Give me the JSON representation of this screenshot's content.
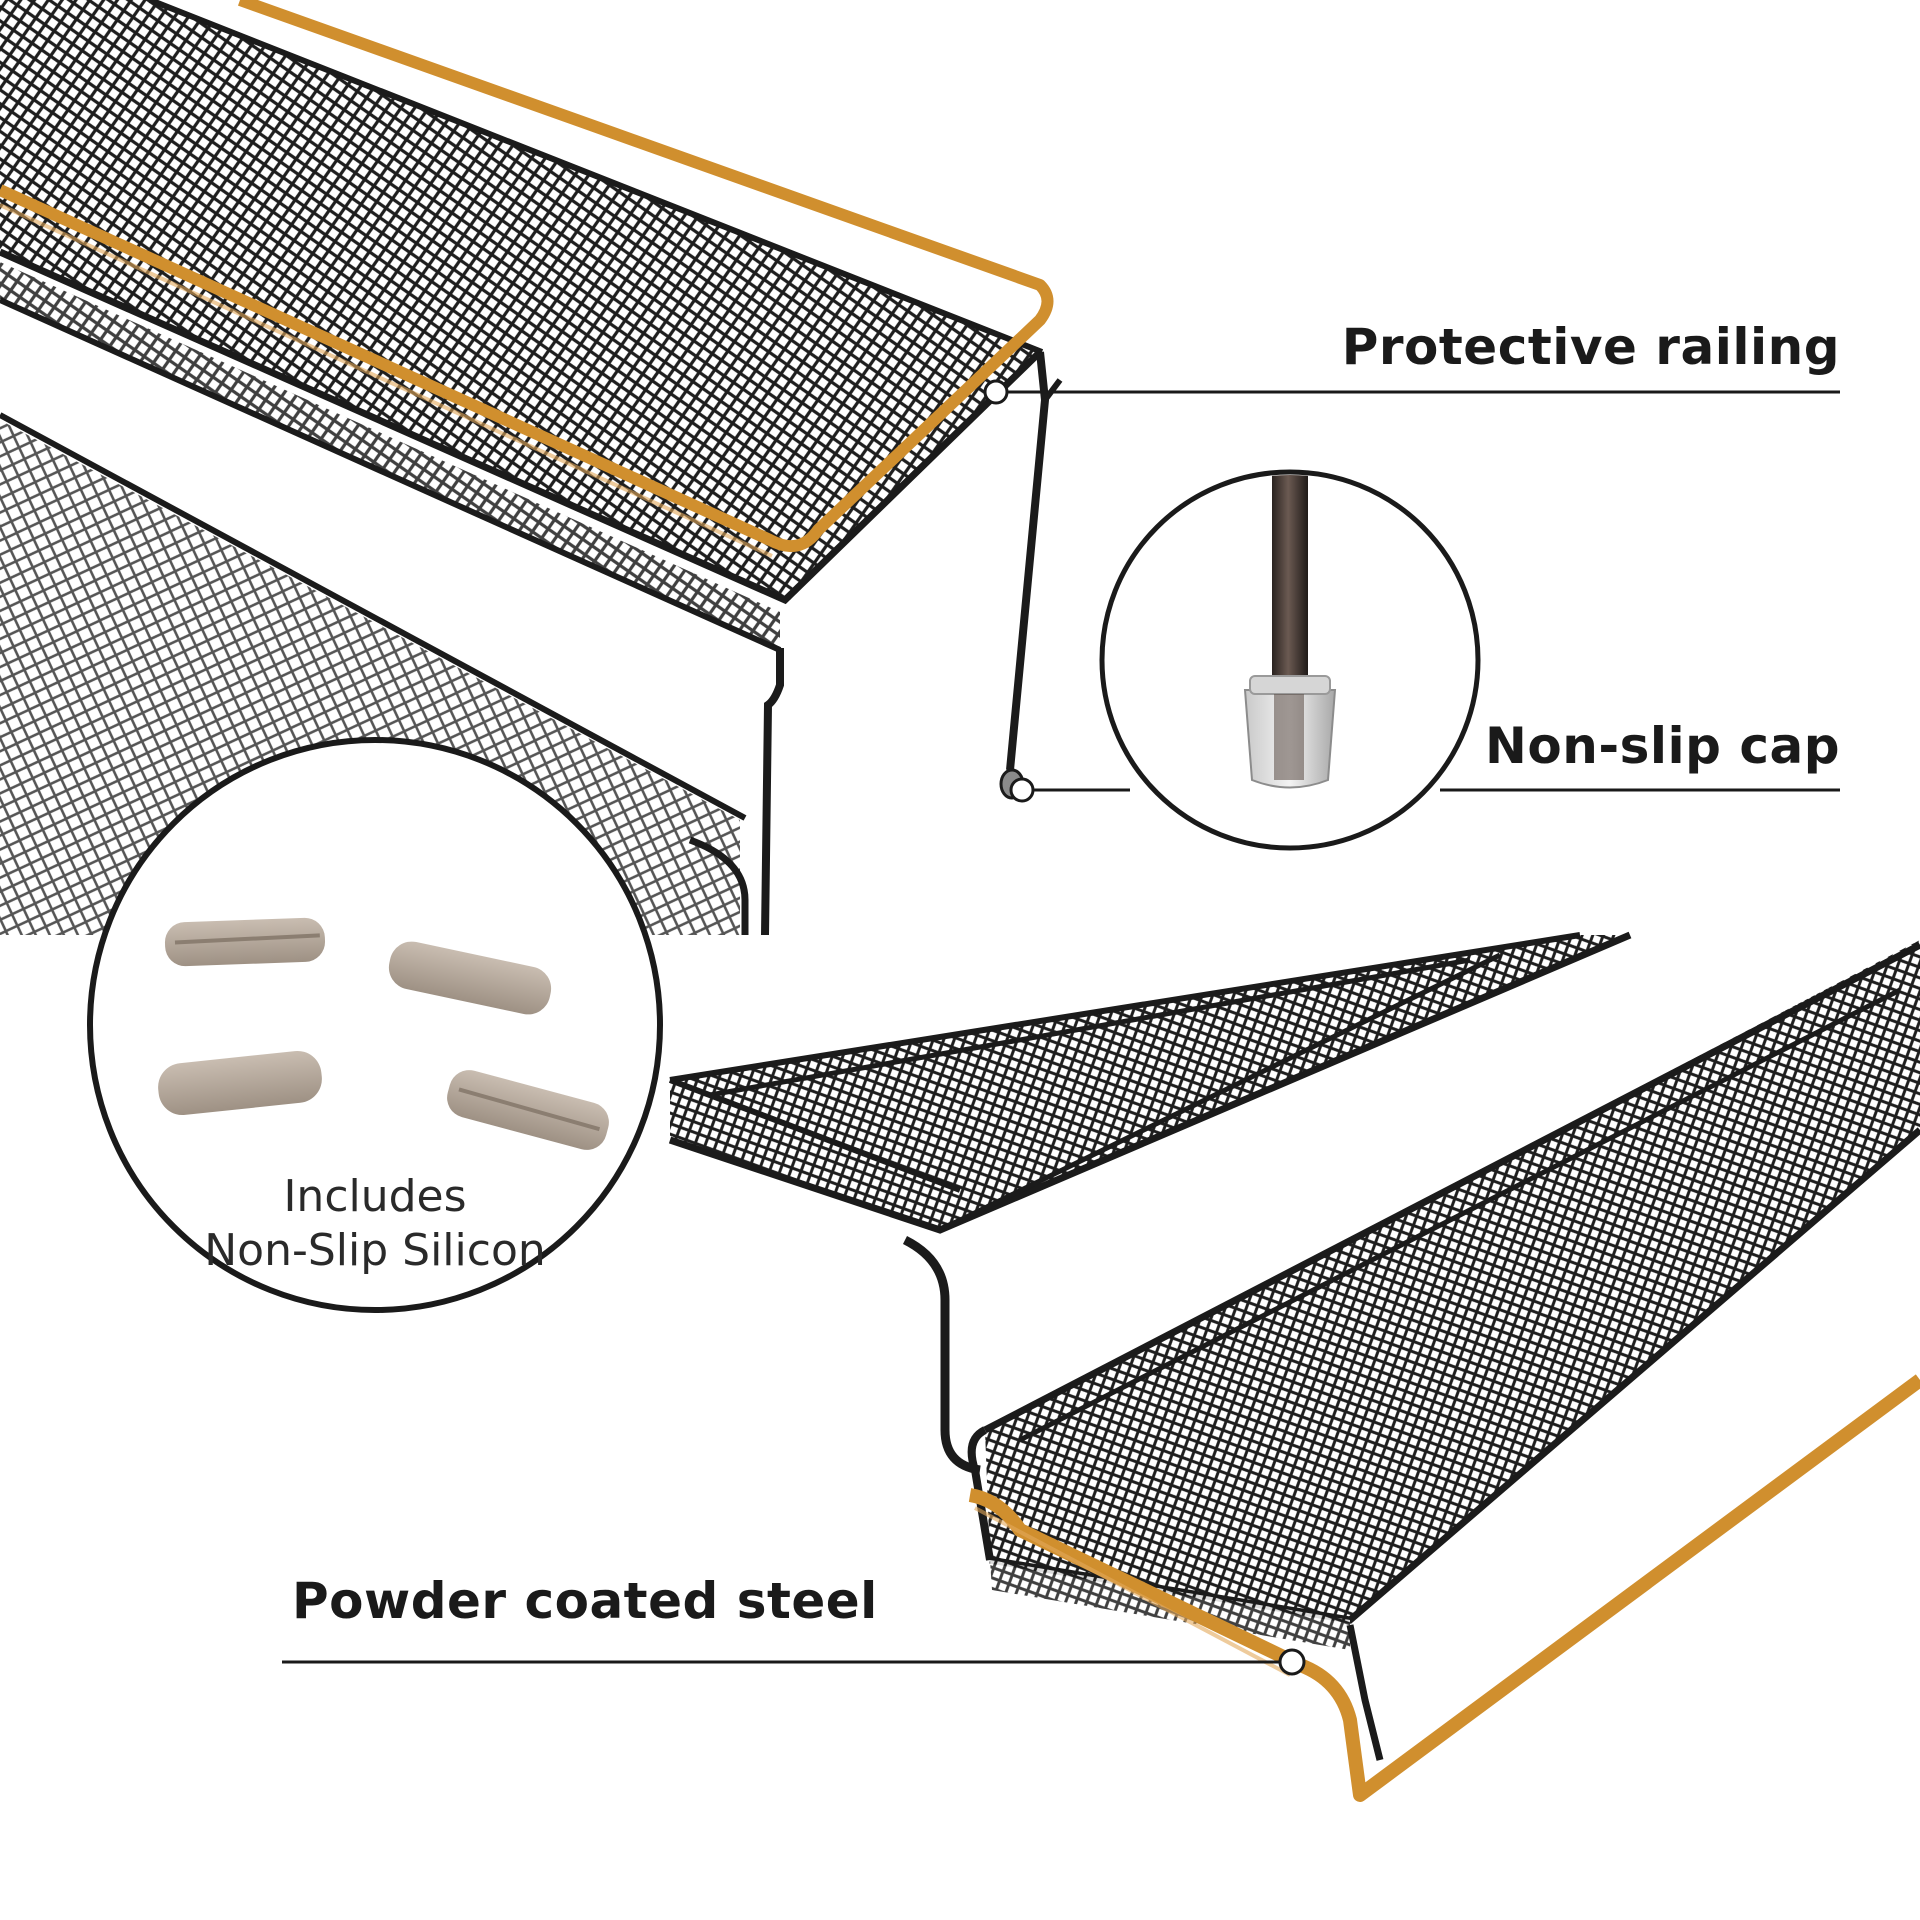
{
  "callouts": {
    "protective_railing": "Protective railing",
    "non_slip_cap": "Non-slip cap",
    "powder_coated_steel": "Powder coated steel"
  },
  "inset": {
    "line1": "Includes",
    "line2": "Non-Slip Silicon"
  },
  "colors": {
    "accent_orange": "#d08f2e",
    "steel_black": "#1b1b1b",
    "silicon_beige": "#b7aa9c"
  }
}
